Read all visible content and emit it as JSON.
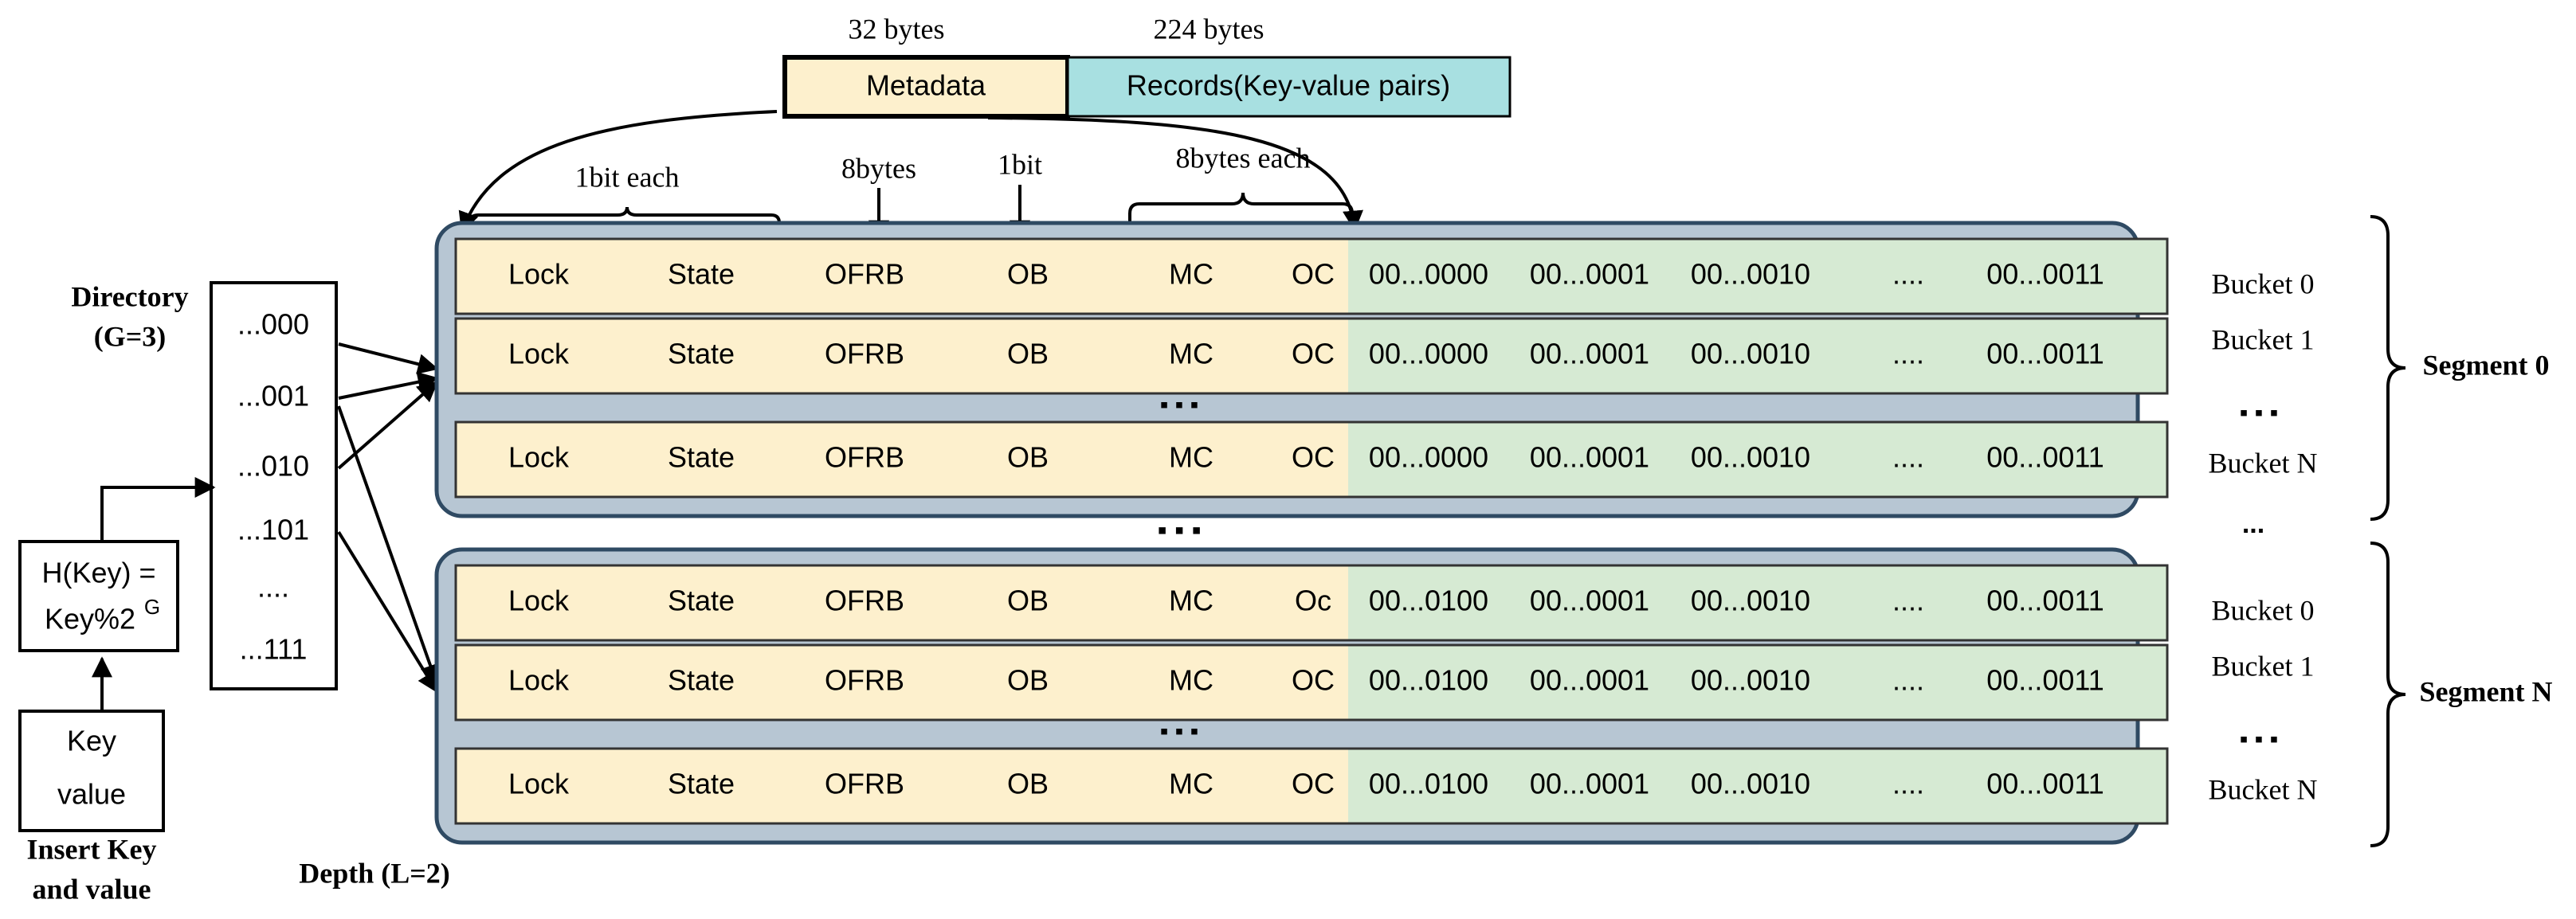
{
  "header": {
    "metadata_size": "32 bytes",
    "records_size": "224 bytes",
    "metadata_label": "Metadata",
    "records_label": "Records(Key-value pairs)"
  },
  "field_annotations": {
    "one_bit_each": "1bit each",
    "eight_bytes": "8bytes",
    "one_bit": "1bit",
    "eight_bytes_each": "8bytes each"
  },
  "directory": {
    "title_line1": "Directory",
    "title_line2": "(G=3)",
    "entries": [
      "...000",
      "...001",
      "...010",
      "...101",
      "....",
      "...111"
    ],
    "depth_label": "Depth (L=2)"
  },
  "hash": {
    "line1": "H(Key) =",
    "line2": "Key%2",
    "superscript": "G"
  },
  "input": {
    "line1": "Key",
    "line2": "value",
    "caption_line1": "Insert Key",
    "caption_line2": "and value"
  },
  "segments": [
    {
      "label": "Segment 0",
      "rows": [
        {
          "meta": [
            "Lock",
            "State",
            "OFRB",
            "OB",
            "MC",
            "OC"
          ],
          "records": [
            "00...0000",
            "00...0001",
            "00...0010",
            "....",
            "00...0011"
          ],
          "bucket": "Bucket 0"
        },
        {
          "meta": [
            "Lock",
            "State",
            "OFRB",
            "OB",
            "MC",
            "OC"
          ],
          "records": [
            "00...0000",
            "00...0001",
            "00...0010",
            "....",
            "00...0011"
          ],
          "bucket": "Bucket 1"
        },
        {
          "meta": [
            "Lock",
            "State",
            "OFRB",
            "OB",
            "MC",
            "OC"
          ],
          "records": [
            "00...0000",
            "00...0001",
            "00...0010",
            "....",
            "00...0011"
          ],
          "bucket": "Bucket N"
        }
      ],
      "row_gap_ellipsis": "▪ ▪ ▪",
      "bucket_ellipsis": "▪ ▪ ▪"
    },
    {
      "label": "Segment N",
      "rows": [
        {
          "meta": [
            "Lock",
            "State",
            "OFRB",
            "OB",
            "MC",
            "Oc"
          ],
          "records": [
            "00...0100",
            "00...0001",
            "00...0010",
            "....",
            "00...0011"
          ],
          "bucket": "Bucket 0"
        },
        {
          "meta": [
            "Lock",
            "State",
            "OFRB",
            "OB",
            "MC",
            "OC"
          ],
          "records": [
            "00...0100",
            "00...0001",
            "00...0010",
            "....",
            "00...0011"
          ],
          "bucket": "Bucket 1"
        },
        {
          "meta": [
            "Lock",
            "State",
            "OFRB",
            "OB",
            "MC",
            "OC"
          ],
          "records": [
            "00...0100",
            "00...0001",
            "00...0010",
            "....",
            "00...0011"
          ],
          "bucket": "Bucket N"
        }
      ],
      "row_gap_ellipsis": "▪ ▪ ▪",
      "bucket_ellipsis": "▪ ▪ ▪"
    }
  ],
  "between_segments_ellipsis": "▪ ▪ ▪",
  "right_ellipsis": "...",
  "colors": {
    "metadata_fill": "#fdf0cd",
    "records_fill": "#a8e0e1",
    "record_cells_fill": "#d6ead3",
    "segment_fill": "#b7c6d3",
    "segment_stroke": "#2f4a63"
  }
}
